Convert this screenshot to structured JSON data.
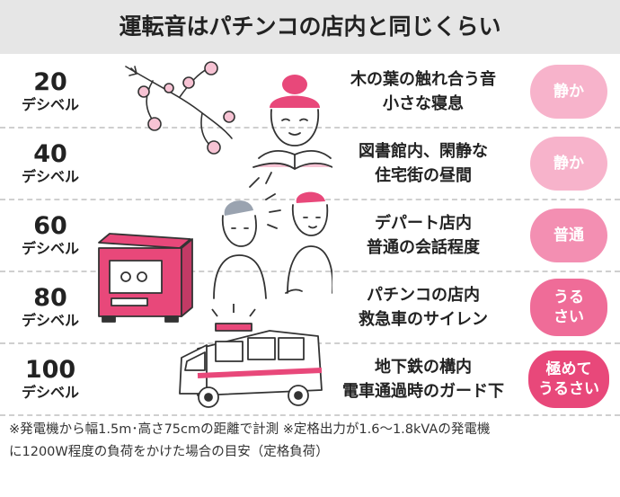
{
  "title_parts": [
    "運転音は",
    "パチンコの店内",
    "と同じくらい"
  ],
  "rows": [
    {
      "value": "20",
      "unit": "デシベル",
      "lines": [
        "木の葉の触れ合う音",
        "小さな寝息"
      ],
      "badge": [
        "静か"
      ],
      "badge_color": "#f7b3cb"
    },
    {
      "value": "40",
      "unit": "デシベル",
      "lines": [
        "図書館内、閑静な",
        "住宅街の昼間"
      ],
      "badge": [
        "静か"
      ],
      "badge_color": "#f7b3cb"
    },
    {
      "value": "60",
      "unit": "デシベル",
      "lines": [
        "デパート店内",
        "普通の会話程度"
      ],
      "badge": [
        "普通"
      ],
      "badge_color": "#f38fb2"
    },
    {
      "value": "80",
      "unit": "デシベル",
      "lines": [
        "パチンコの店内",
        "救急車のサイレン"
      ],
      "badge": [
        "うる",
        "さい"
      ],
      "badge_color": "#ef6c98"
    },
    {
      "value": "100",
      "unit": "デシベル",
      "lines": [
        "地下鉄の構内",
        "電車通過時のガード下"
      ],
      "badge": [
        "極めて",
        "うるさい"
      ],
      "badge_color": "#e8487a"
    }
  ],
  "note_lines": [
    "※発電機から幅1.5m･高さ75cmの距離で計測 ※定格出力が1.6〜1.8kVAの発電機",
    "に1200W程度の負荷をかけた場合の目安（定格負荷）"
  ],
  "colors": {
    "accent": "#e8487a",
    "header_bg": "#e6e6e6",
    "divider": "#cfcfcf"
  },
  "icons": [
    "cherry-blossom-branch-icon",
    "reading-woman-icon",
    "talking-people-icon",
    "generator-icon",
    "ambulance-icon"
  ]
}
